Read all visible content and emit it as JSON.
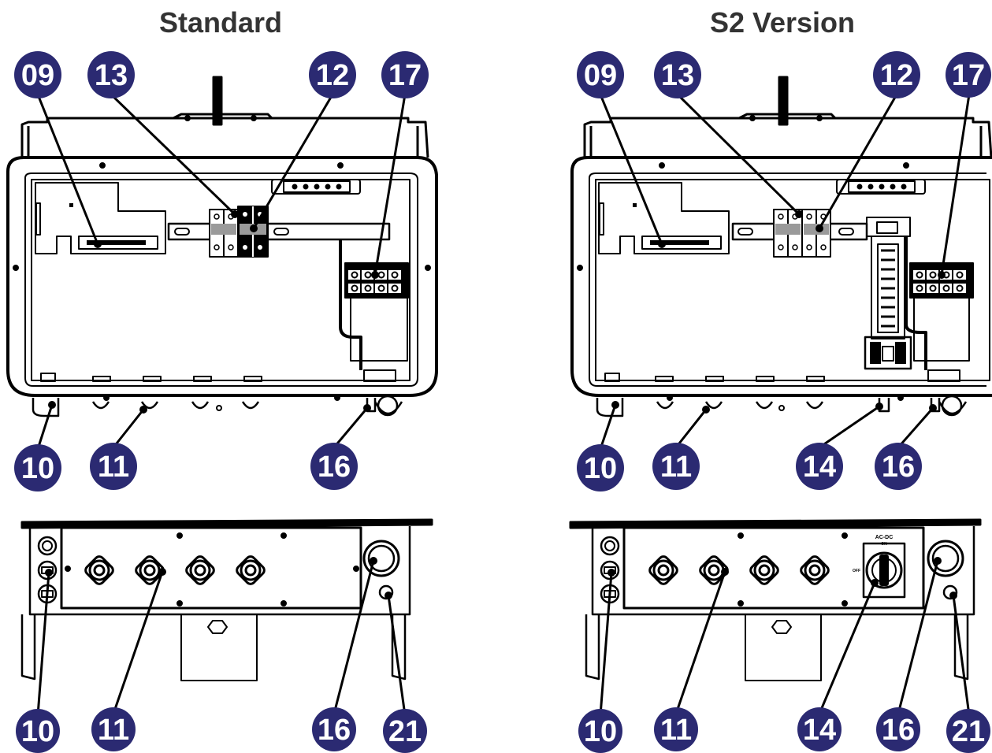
{
  "titles": {
    "standard": "Standard",
    "s2": "S2 Version"
  },
  "switch_labels": {
    "ac_dc": "AC-DC",
    "on": "ON",
    "off": "OFF"
  },
  "colors": {
    "badge_fill": "#2b2a72",
    "outline": "#000000",
    "title": "#333333",
    "grey_part": "#9a9a9a"
  },
  "standard": {
    "top_callouts": [
      "09",
      "13",
      "12",
      "17"
    ],
    "front_callouts": [
      "10",
      "11",
      "16"
    ],
    "bottom_callouts": [
      "10",
      "11",
      "16",
      "21"
    ]
  },
  "s2": {
    "top_callouts": [
      "09",
      "13",
      "12",
      "17"
    ],
    "front_callouts": [
      "10",
      "11",
      "14",
      "16"
    ],
    "bottom_callouts": [
      "10",
      "11",
      "14",
      "16",
      "21"
    ]
  }
}
